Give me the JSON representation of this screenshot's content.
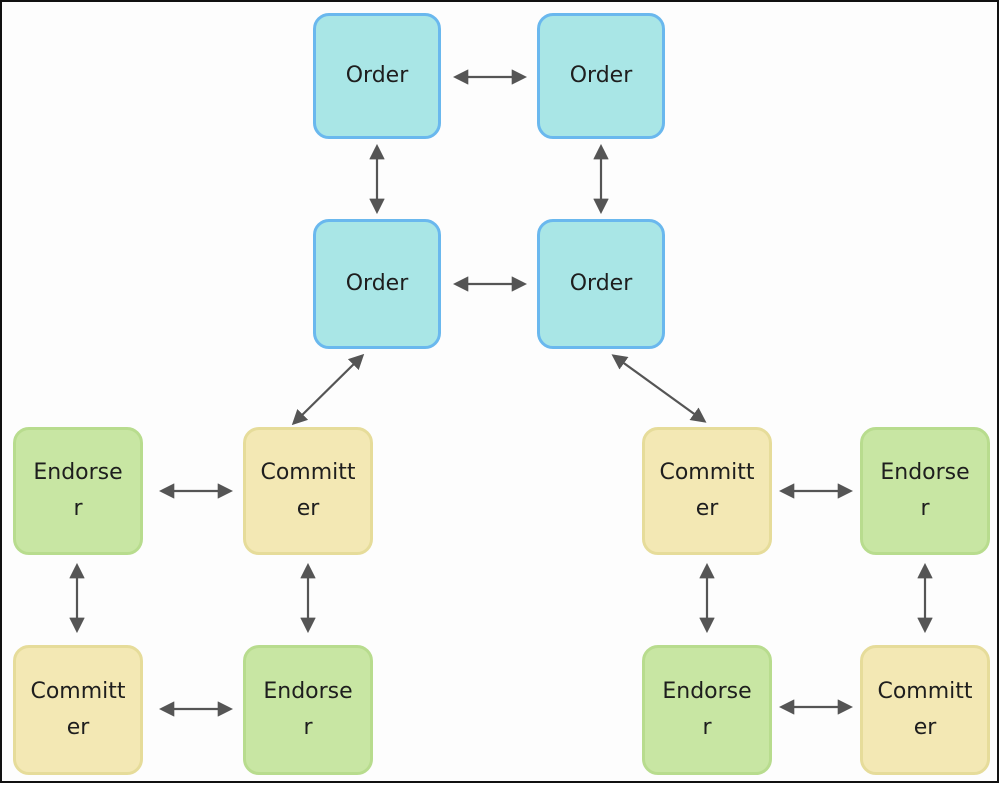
{
  "nodes": {
    "order_1": "Order",
    "order_2": "Order",
    "order_3": "Order",
    "order_4": "Order",
    "left_endorser_top": "Endorse\nr",
    "left_committer_top": "Committ\ner",
    "left_committer_bottom": "Committ\ner",
    "left_endorser_bottom": "Endorse\nr",
    "right_committer_top": "Committ\ner",
    "right_endorser_top": "Endorse\nr",
    "right_endorser_bottom": "Endorse\nr",
    "right_committer_bottom": "Committ\ner"
  },
  "colors": {
    "order_fill": "#a9e6e6",
    "order_border": "#6ab8ee",
    "endorser_fill": "#c8e6a3",
    "committer_fill": "#f3e8b4",
    "arrow": "#555555"
  }
}
